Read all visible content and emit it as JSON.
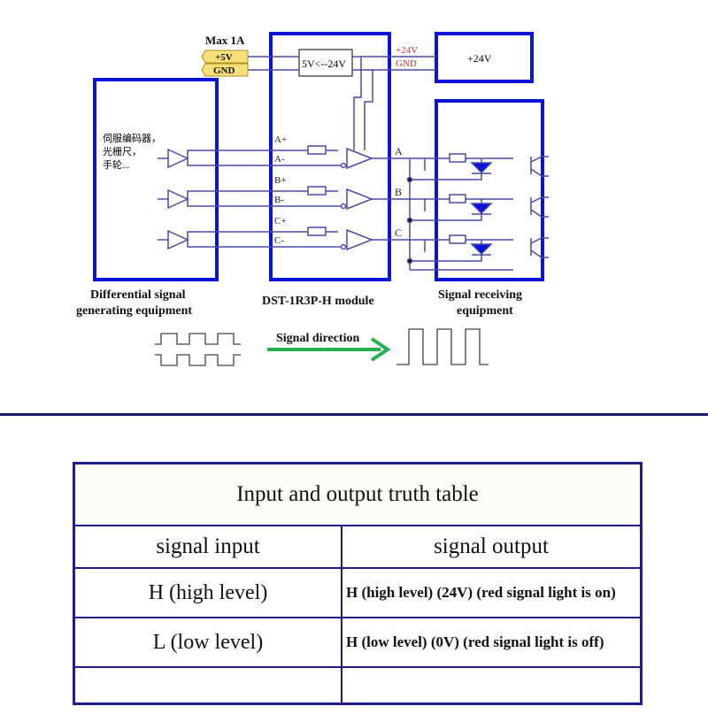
{
  "diagram": {
    "max_current": "Max 1A",
    "in_plus": "+5V",
    "in_gnd": "GND",
    "converter": "5V<--24V",
    "out_plus": "+24V",
    "out_gnd": "GND",
    "supply": "+24V",
    "source_text": [
      "伺服编码器，",
      "光栅尺，",
      "手轮..."
    ],
    "pins": [
      "A+",
      "A-",
      "B+",
      "B-",
      "C+",
      "C-"
    ],
    "channels": [
      "A",
      "B",
      "C"
    ],
    "source_label": [
      "Differential signal",
      "generating equipment"
    ],
    "module_label": "DST-1R3P-H module",
    "receiver_label": [
      "Signal receiving",
      "equipment"
    ],
    "direction_label": "Signal direction",
    "colors": {
      "box": "#0a14d8",
      "arrow": "#22b14c",
      "wire": "#4a4aa8",
      "psu": "#f7df7a"
    }
  },
  "table": {
    "title": "Input and output truth table",
    "headers": [
      "signal input",
      "signal output"
    ],
    "rows": [
      {
        "input": "H (high level)",
        "output": "H (high level) (24V) (red signal light is on)"
      },
      {
        "input": "L (low level)",
        "output": "H (low level) (0V) (red signal light is off)"
      }
    ]
  }
}
